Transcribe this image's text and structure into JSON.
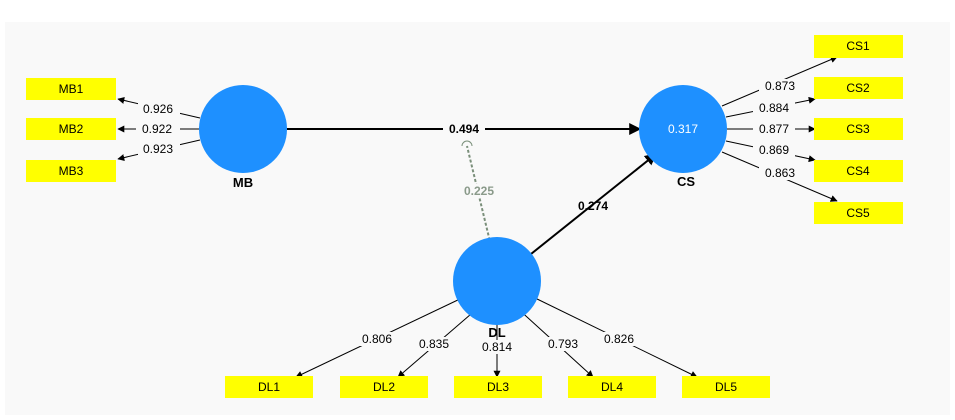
{
  "constructs": {
    "mb": {
      "label": "MB",
      "r2": ""
    },
    "cs": {
      "label": "CS",
      "r2": "0.317"
    },
    "dl": {
      "label": "DL",
      "r2": ""
    }
  },
  "indicators": {
    "mb": [
      {
        "name": "MB1",
        "loading": "0.926"
      },
      {
        "name": "MB2",
        "loading": "0.922"
      },
      {
        "name": "MB3",
        "loading": "0.923"
      }
    ],
    "cs": [
      {
        "name": "CS1",
        "loading": "0.873"
      },
      {
        "name": "CS2",
        "loading": "0.884"
      },
      {
        "name": "CS3",
        "loading": "0.877"
      },
      {
        "name": "CS4",
        "loading": "0.869"
      },
      {
        "name": "CS5",
        "loading": "0.863"
      }
    ],
    "dl": [
      {
        "name": "DL1",
        "loading": "0.806"
      },
      {
        "name": "DL2",
        "loading": "0.835"
      },
      {
        "name": "DL3",
        "loading": "0.814"
      },
      {
        "name": "DL4",
        "loading": "0.793"
      },
      {
        "name": "DL5",
        "loading": "0.826"
      }
    ]
  },
  "paths": {
    "mb_cs": "0.494",
    "dl_cs": "0.274",
    "moderation": "0.225"
  },
  "colors": {
    "construct": "#1e90ff",
    "indicator": "#ffff00",
    "moderation_line": "#7a8f7a"
  }
}
